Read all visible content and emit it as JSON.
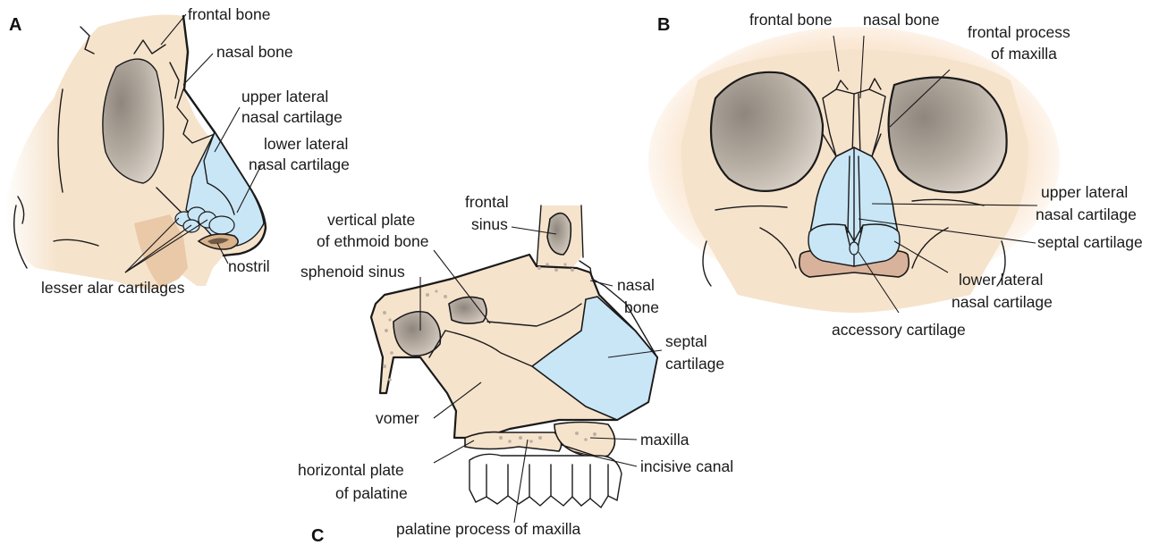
{
  "panels": {
    "a": "A",
    "b": "B",
    "c": "C"
  },
  "colors": {
    "bone": "#f6e3cc",
    "bone_shade": "#e9c9a8",
    "cartilage": "#c9e6f6",
    "cavity": "#b9ad9f",
    "glow": "#fbe6d0",
    "nasal_floor": "#d8b29a"
  },
  "labels_a": {
    "frontal_bone": "frontal bone",
    "nasal_bone": "nasal bone",
    "upper_lateral_1": "upper lateral",
    "upper_lateral_2": "nasal cartilage",
    "lower_lateral_1": "lower lateral",
    "lower_lateral_2": "nasal cartilage",
    "nostril": "nostril",
    "lesser_alar": "lesser alar cartilages"
  },
  "labels_b": {
    "frontal_bone": "frontal bone",
    "nasal_bone": "nasal bone",
    "frontal_process_1": "frontal process",
    "frontal_process_2": "of maxilla",
    "upper_lateral_1": "upper lateral",
    "upper_lateral_2": "nasal cartilage",
    "septal_cartilage": "septal cartilage",
    "lower_lateral_1": "lower lateral",
    "lower_lateral_2": "nasal cartilage",
    "accessory_cartilage": "accessory cartilage"
  },
  "labels_c": {
    "frontal_sinus_1": "frontal",
    "frontal_sinus_2": "sinus",
    "vertical_plate_1": "vertical plate",
    "vertical_plate_2": "of ethmoid bone",
    "sphenoid_sinus": "sphenoid sinus",
    "nasal_bone_1": "nasal",
    "nasal_bone_2": "bone",
    "septal_1": "septal",
    "septal_2": "cartilage",
    "vomer": "vomer",
    "maxilla": "maxilla",
    "incisive_canal": "incisive canal",
    "horizontal_plate_1": "horizontal plate",
    "horizontal_plate_2": "of palatine",
    "palatine_process": "palatine process of maxilla"
  }
}
